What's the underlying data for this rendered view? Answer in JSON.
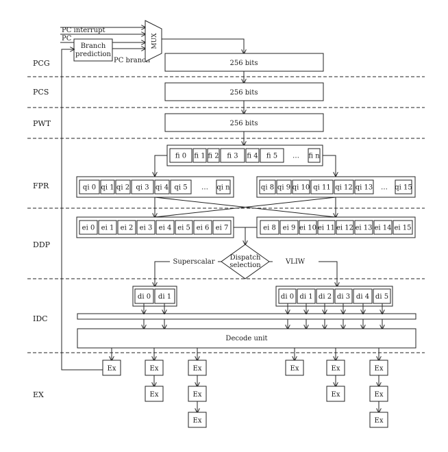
{
  "stages": [
    "PCG",
    "PCS",
    "PWT",
    "FPR",
    "DDP",
    "IDC",
    "EX"
  ],
  "pc_inputs": {
    "interrupt": "PC interrupt",
    "pc": "PC",
    "branch": "PC branch"
  },
  "branch_prediction": {
    "line1": "Branch",
    "line2": "prediction"
  },
  "mux_label": "MUX",
  "buffers": {
    "pcg": "256 bits",
    "pcs": "256 bits",
    "pwt": "256 bits"
  },
  "fetch_items": [
    "fi 0",
    "fi 1",
    "fi 2",
    "fi 3",
    "fi 4",
    "fi 5",
    "…",
    "fi n"
  ],
  "queue_left": [
    "qi 0",
    "qi 1",
    "qi 2",
    "qi 3",
    "qi 4",
    "qi 5",
    "…",
    "qi n"
  ],
  "queue_right": [
    "qi 8",
    "qi 9",
    "qi 10",
    "qi 11",
    "qi 12",
    "qi 13",
    "…",
    "qi 15"
  ],
  "ei_left": [
    "ei 0",
    "ei 1",
    "ei 2",
    "ei 3",
    "ei 4",
    "ei 5",
    "ei 6",
    "ei 7"
  ],
  "ei_right": [
    "ei 8",
    "ei 9",
    "ei 10",
    "ei 11",
    "ei 12",
    "ei 13",
    "ei 14",
    "ei 15"
  ],
  "dispatch": {
    "line1": "Dispatch",
    "line2": "selection",
    "left": "Superscalar",
    "right": "VLIW"
  },
  "di_left": [
    "di 0",
    "di 1"
  ],
  "di_right": [
    "di 0",
    "di 1",
    "di 2",
    "di 3",
    "di 4",
    "di 5"
  ],
  "decode_unit": "Decode unit",
  "ex_label": "Ex"
}
